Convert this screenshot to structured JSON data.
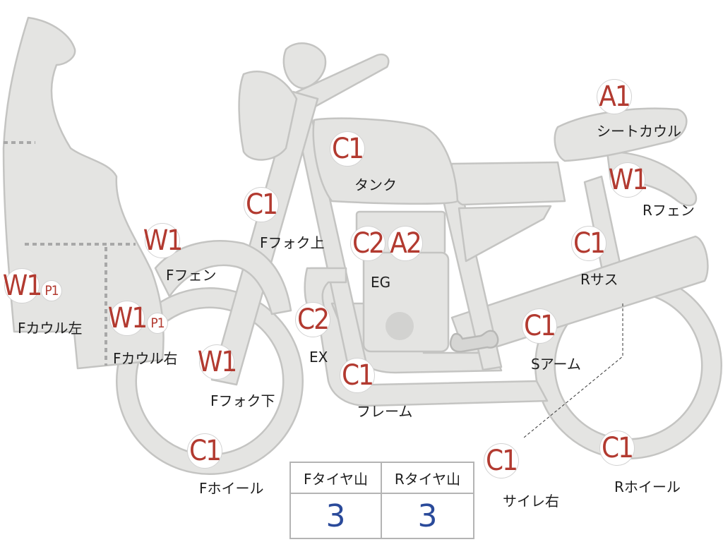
{
  "markers": {
    "fcowl_left_w": "W1",
    "fcowl_left_p": "P1",
    "fcowl_right_w": "W1",
    "fcowl_right_p": "P1",
    "ffender": "W1",
    "ffork_upper": "C1",
    "ffork_lower": "W1",
    "fwheel": "C1",
    "tank": "C1",
    "eg_c": "C2",
    "eg_a": "A2",
    "ex": "C2",
    "frame": "C1",
    "seat_cowl": "A1",
    "rfender": "W1",
    "rsus": "C1",
    "swingarm": "C1",
    "silencer_r": "C1",
    "rwheel": "C1"
  },
  "labels": {
    "fcowl_left": "Fカウル左",
    "fcowl_right": "Fカウル右",
    "ffender": "Fフェン",
    "ffork_upper": "Fフォク上",
    "ffork_lower": "Fフォク下",
    "fwheel": "Fホイール",
    "tank": "タンク",
    "eg": "EG",
    "ex": "EX",
    "frame": "フレーム",
    "seat_cowl": "シートカウル",
    "rfender": "Rフェン",
    "rsus": "Rサス",
    "swingarm": "Sアーム",
    "silencer_r": "サイレ右",
    "rwheel": "Rホイール"
  },
  "tire_table": {
    "front_header": "Fタイヤ山",
    "rear_header": "Rタイヤ山",
    "front_value": "3",
    "rear_value": "3"
  },
  "colors": {
    "part_fill": "#e4e4e2",
    "marker_text": "#b23a30",
    "table_value": "#2a4a9a"
  }
}
